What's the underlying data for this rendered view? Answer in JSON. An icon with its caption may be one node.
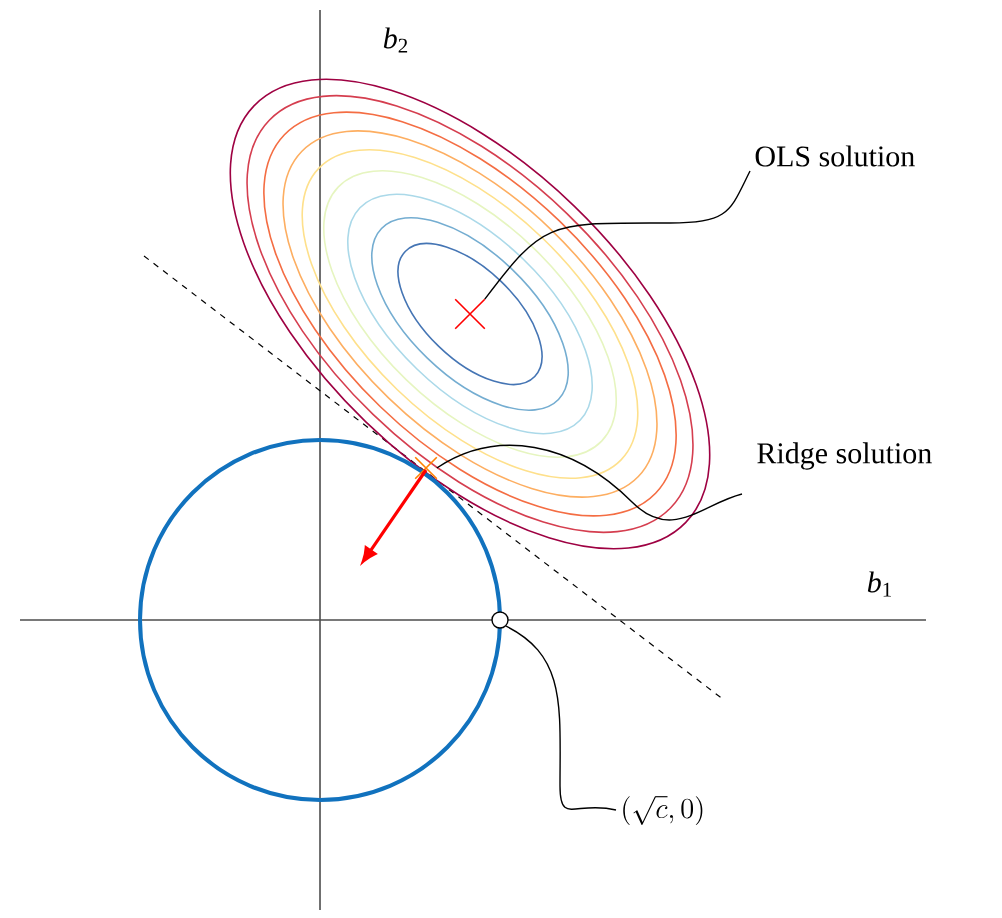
{
  "diagram": {
    "nodes": [
      {
        "text": [
          "OLS solution"
        ]
      },
      {
        "text": [],
        "shape": "cross"
      },
      {
        "text": [
          "Ridge solution"
        ]
      },
      {
        "text": [],
        "shape": "cross"
      },
      {
        "text": [
          "\\left(\\sqrt{c},0\\right)"
        ]
      },
      {
        "text": [],
        "shape": "circle"
      }
    ],
    "edges": [
      {
        "from": 1,
        "to": 0,
        "arrow": "none"
      },
      {
        "from": 3,
        "to": 2,
        "arrow": "none"
      },
      {
        "from": 5,
        "to": 4,
        "arrow": "none"
      }
    ],
    "labels": [
      "*b*$_{2}$",
      "*b*$_{1}$"
    ]
  }
}
